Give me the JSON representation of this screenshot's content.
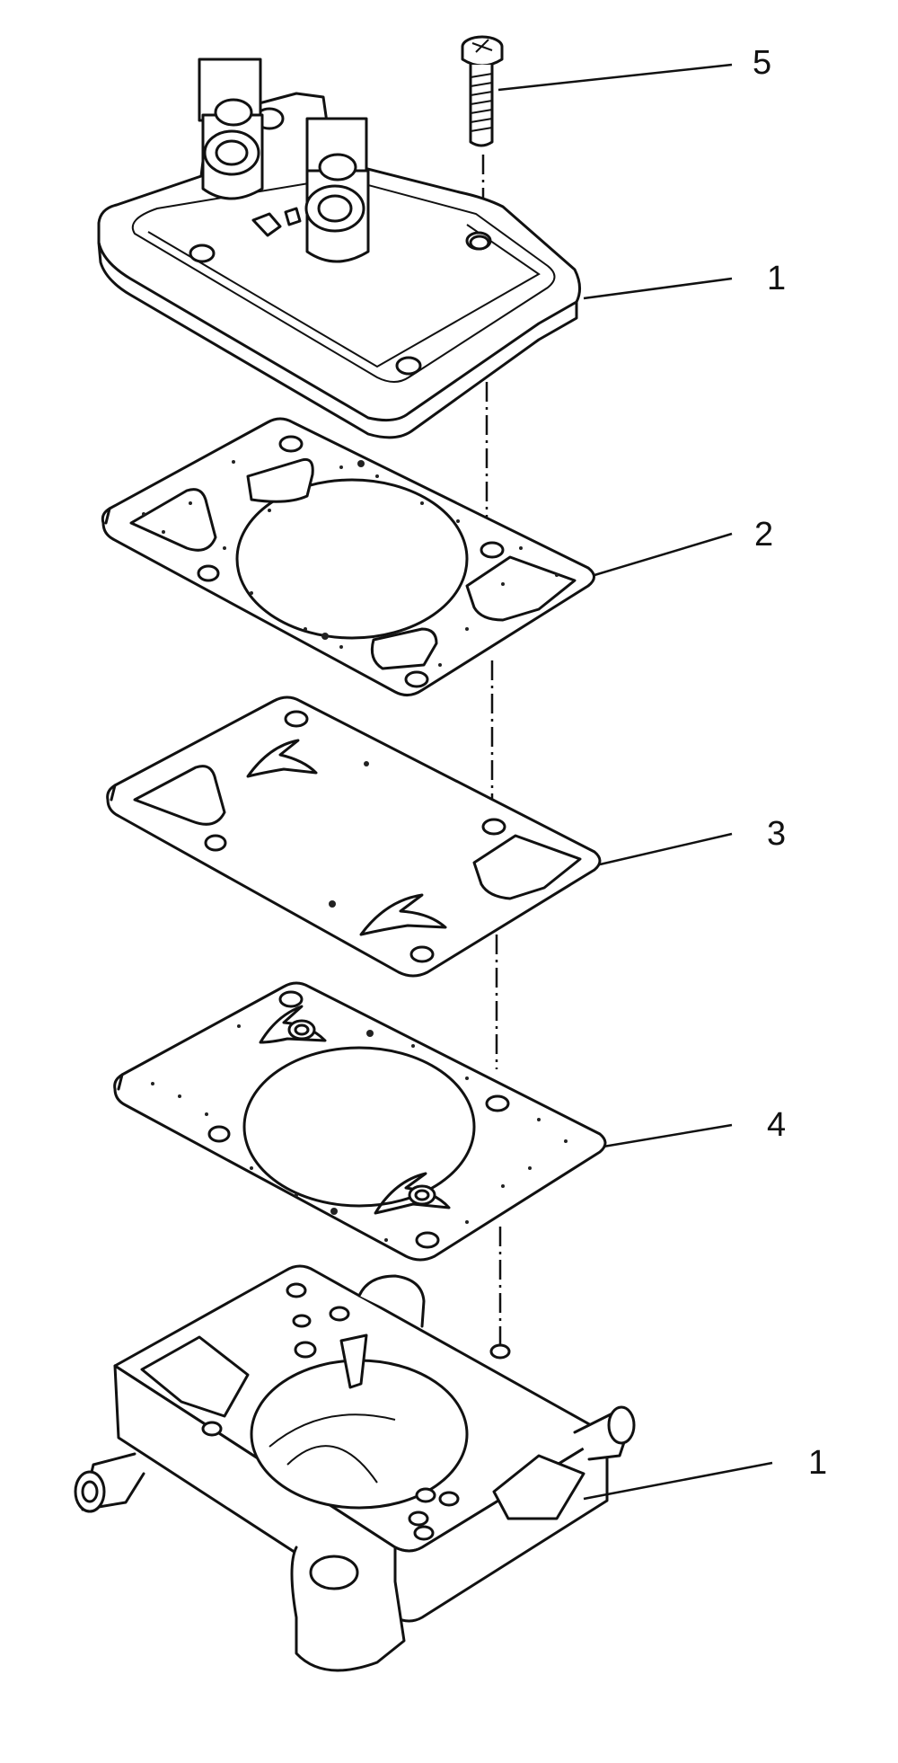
{
  "diagram": {
    "callouts": [
      {
        "id": "callout-screw",
        "text": "5"
      },
      {
        "id": "callout-cover",
        "text": "1"
      },
      {
        "id": "callout-gasket",
        "text": "2"
      },
      {
        "id": "callout-diaphragm",
        "text": "3"
      },
      {
        "id": "callout-lower-gasket",
        "text": "4"
      },
      {
        "id": "callout-body",
        "text": "1"
      }
    ]
  }
}
